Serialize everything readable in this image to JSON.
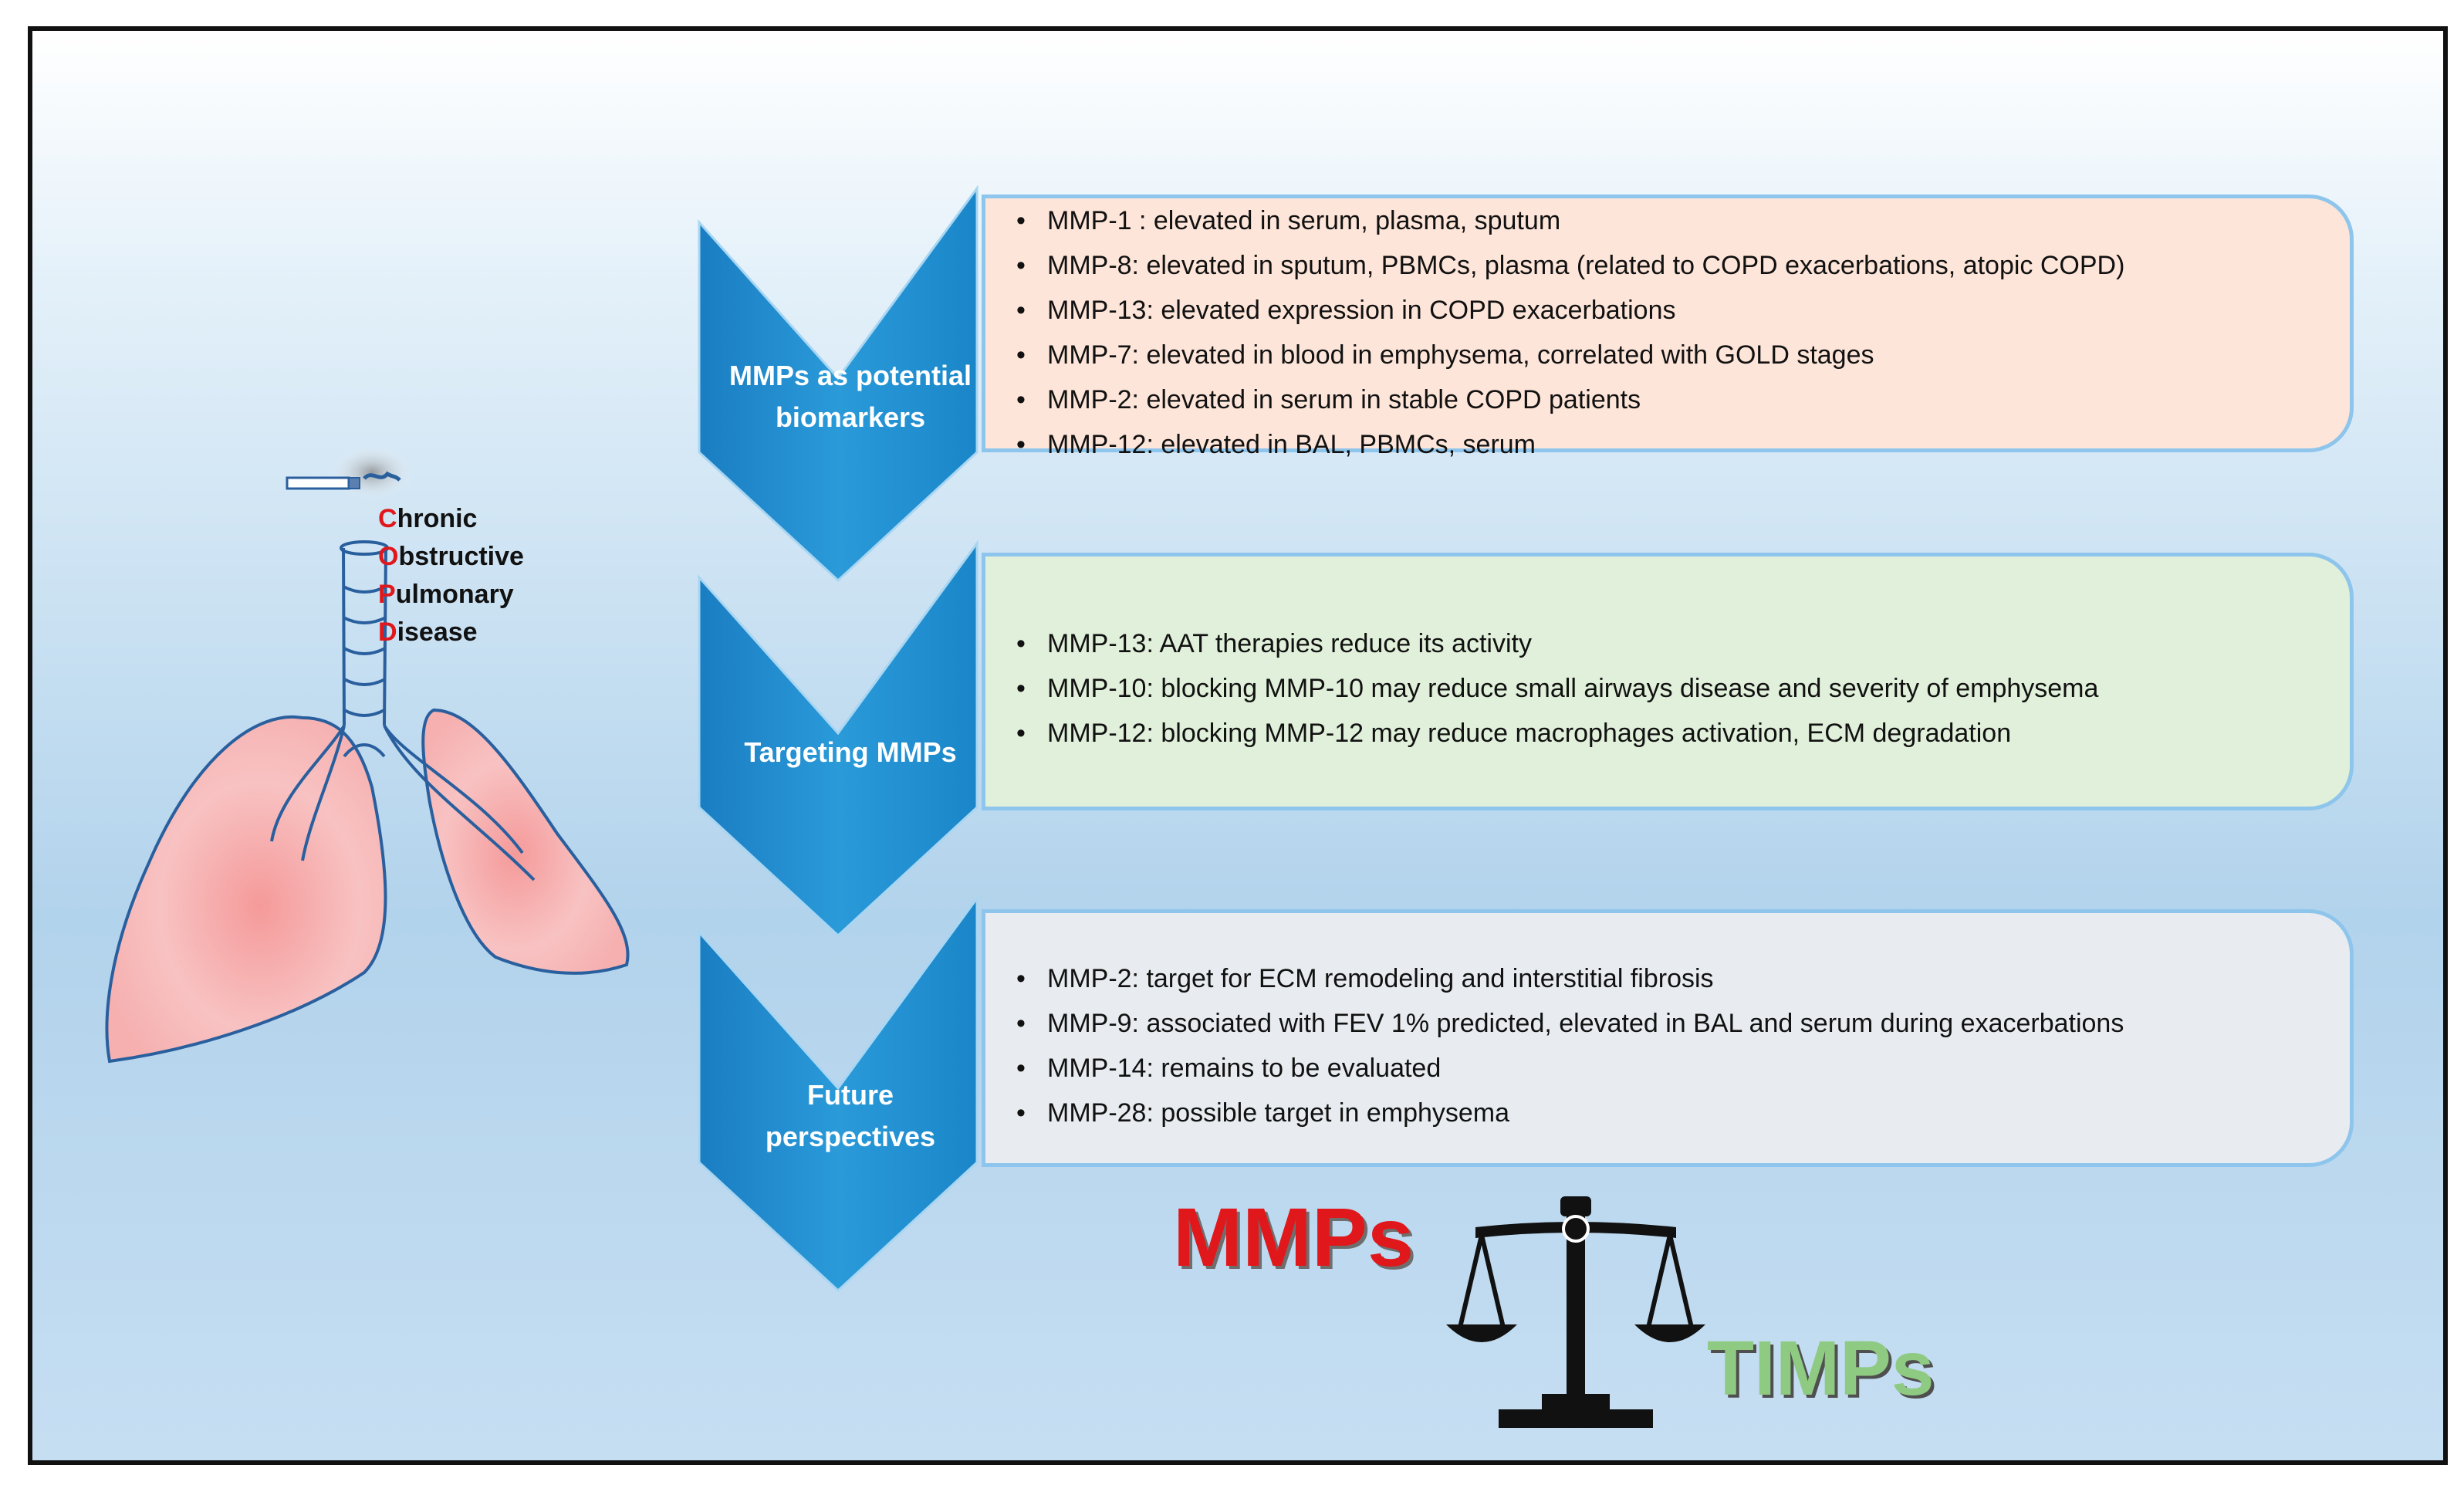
{
  "copd": {
    "lines": [
      {
        "initial": "C",
        "rest": "hronic"
      },
      {
        "initial": "O",
        "rest": "bstructive"
      },
      {
        "initial": "P",
        "rest": "ulmonary"
      },
      {
        "initial": "D",
        "rest": "isease"
      }
    ]
  },
  "sections": [
    {
      "label_line1": "MMPs as potential",
      "label_line2": "biomarkers",
      "items": [
        "MMP-1 :   elevated in serum, plasma, sputum",
        "MMP-8:    elevated in sputum, PBMCs, plasma (related to COPD exacerbations, atopic COPD)",
        "MMP-13:  elevated expression in COPD exacerbations",
        "MMP-7:    elevated in blood in emphysema, correlated with GOLD stages",
        "MMP-2:    elevated in serum in stable COPD patients",
        "MMP-12:  elevated in BAL, PBMCs, serum"
      ]
    },
    {
      "label_line1": "Targeting MMPs",
      "label_line2": "",
      "items": [
        "MMP-13:  AAT therapies reduce its activity",
        "MMP-10:  blocking MMP-10 may reduce small airways disease and severity of emphysema",
        "MMP-12:  blocking MMP-12 may reduce macrophages activation, ECM degradation"
      ]
    },
    {
      "label_line1": "Future",
      "label_line2": "perspectives",
      "items": [
        "MMP-2:  target for ECM remodeling and interstitial fibrosis",
        "MMP-9:  associated with FEV 1% predicted, elevated in BAL and serum during exacerbations",
        "MMP-14: remains to be evaluated",
        "MMP-28: possible target in emphysema"
      ]
    }
  ],
  "balance": {
    "left": "MMPs",
    "right": "TIMPs"
  },
  "colors": {
    "panel1_bg": "#fde5d9",
    "panel2_bg": "#e1f0da",
    "panel3_bg": "#e8ecf0",
    "chevron": "#1a86c9",
    "mmps": "#e0171b",
    "timps": "#8fca83",
    "copd_initial": "#e0171b",
    "lung_fill": "#f6b4b4",
    "lung_stroke": "#2a5f9e"
  },
  "icons": [
    "cigarette-icon",
    "lungs-icon",
    "balance-scale-icon"
  ]
}
